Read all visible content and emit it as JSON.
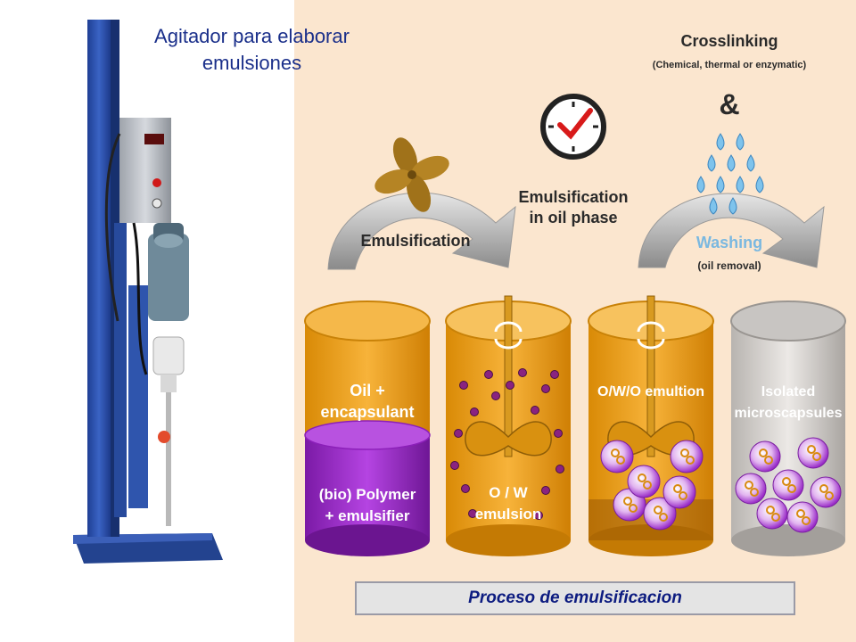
{
  "title": {
    "line1": "Agitador para elaborar",
    "line2": "emulsiones"
  },
  "steps": {
    "emulsification": "Emulsification",
    "emulsification_oil_line1": "Emulsification",
    "emulsification_oil_line2": "in oil phase",
    "crosslinking": "Crosslinking",
    "crosslinking_sub": "(Chemical, thermal or enzymatic)",
    "ampersand": "&",
    "washing": "Washing",
    "washing_sub": "(oil removal)"
  },
  "containers": {
    "c1_top_line1": "Oil +",
    "c1_top_line2": "encapsulant",
    "c1_bottom_line1": "(bio) Polymer",
    "c1_bottom_line2": "+ emulsifier",
    "c2_line1": "O / W",
    "c2_line2": "emulsion",
    "c3_label": "O/W/O emultion",
    "c4_line1": "Isolated",
    "c4_line2": "microscapsules"
  },
  "caption": "Proceso de emulsificacion",
  "colors": {
    "title": "#1a2f8a",
    "panel": "#fbe6cf",
    "oil": "#f2a20c",
    "polymer": "#9b22c8",
    "droplet": "#7a1a6a",
    "caption_text": "#0d1c80",
    "machine": "#2a4ea8"
  }
}
